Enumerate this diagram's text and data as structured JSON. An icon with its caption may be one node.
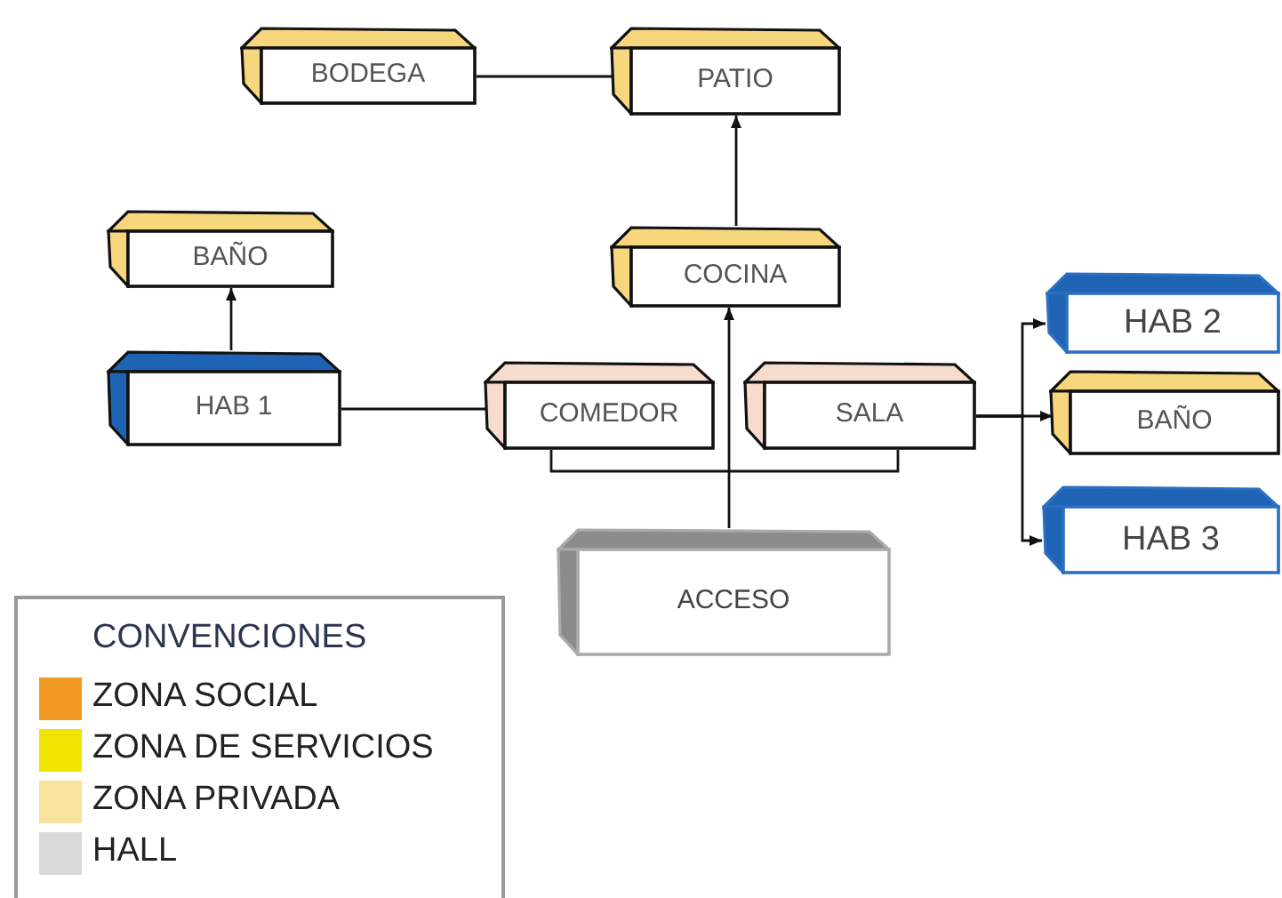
{
  "diagram": {
    "nodes": [
      {
        "text": [
          "BODEGA"
        ]
      },
      {
        "text": [
          "PATIO"
        ]
      },
      {
        "text": [
          "BAÑO"
        ]
      },
      {
        "text": [
          "COCINA"
        ]
      },
      {
        "text": [
          "HAB 2"
        ]
      },
      {
        "text": [
          "HAB 1"
        ]
      },
      {
        "text": [
          "COMEDOR"
        ]
      },
      {
        "text": [
          "SALA"
        ]
      },
      {
        "text": [
          "BAÑO"
        ]
      },
      {
        "text": [
          "HAB 3"
        ]
      },
      {
        "text": [
          "ACCESO"
        ]
      }
    ],
    "edges": [
      {
        "from": 0,
        "to": 1,
        "arrow": "none"
      },
      {
        "from": 3,
        "to": 1,
        "arrow": "to"
      },
      {
        "from": 5,
        "to": 2,
        "arrow": "to"
      },
      {
        "from": 5,
        "to": 6,
        "arrow": "none"
      },
      {
        "from": 10,
        "to": 3,
        "arrow": "to"
      },
      {
        "from": 6,
        "to": 7,
        "arrow": "none"
      },
      {
        "from": 7,
        "to": 4,
        "arrow": "to"
      },
      {
        "from": 7,
        "to": 8,
        "arrow": "to"
      },
      {
        "from": 7,
        "to": 9,
        "arrow": "to"
      }
    ],
    "labels": [
      "CONVENCIONES"
    ],
    "legend": [
      {
        "text": "ZONA SOCIAL",
        "color": "#f39a25"
      },
      {
        "text": "ZONA DE SERVICIOS",
        "color": "#f2e400"
      },
      {
        "text": "ZONA PRIVADA",
        "color": "#f7e39c"
      },
      {
        "text": "HALL",
        "color": "#d9d9d9"
      }
    ]
  }
}
